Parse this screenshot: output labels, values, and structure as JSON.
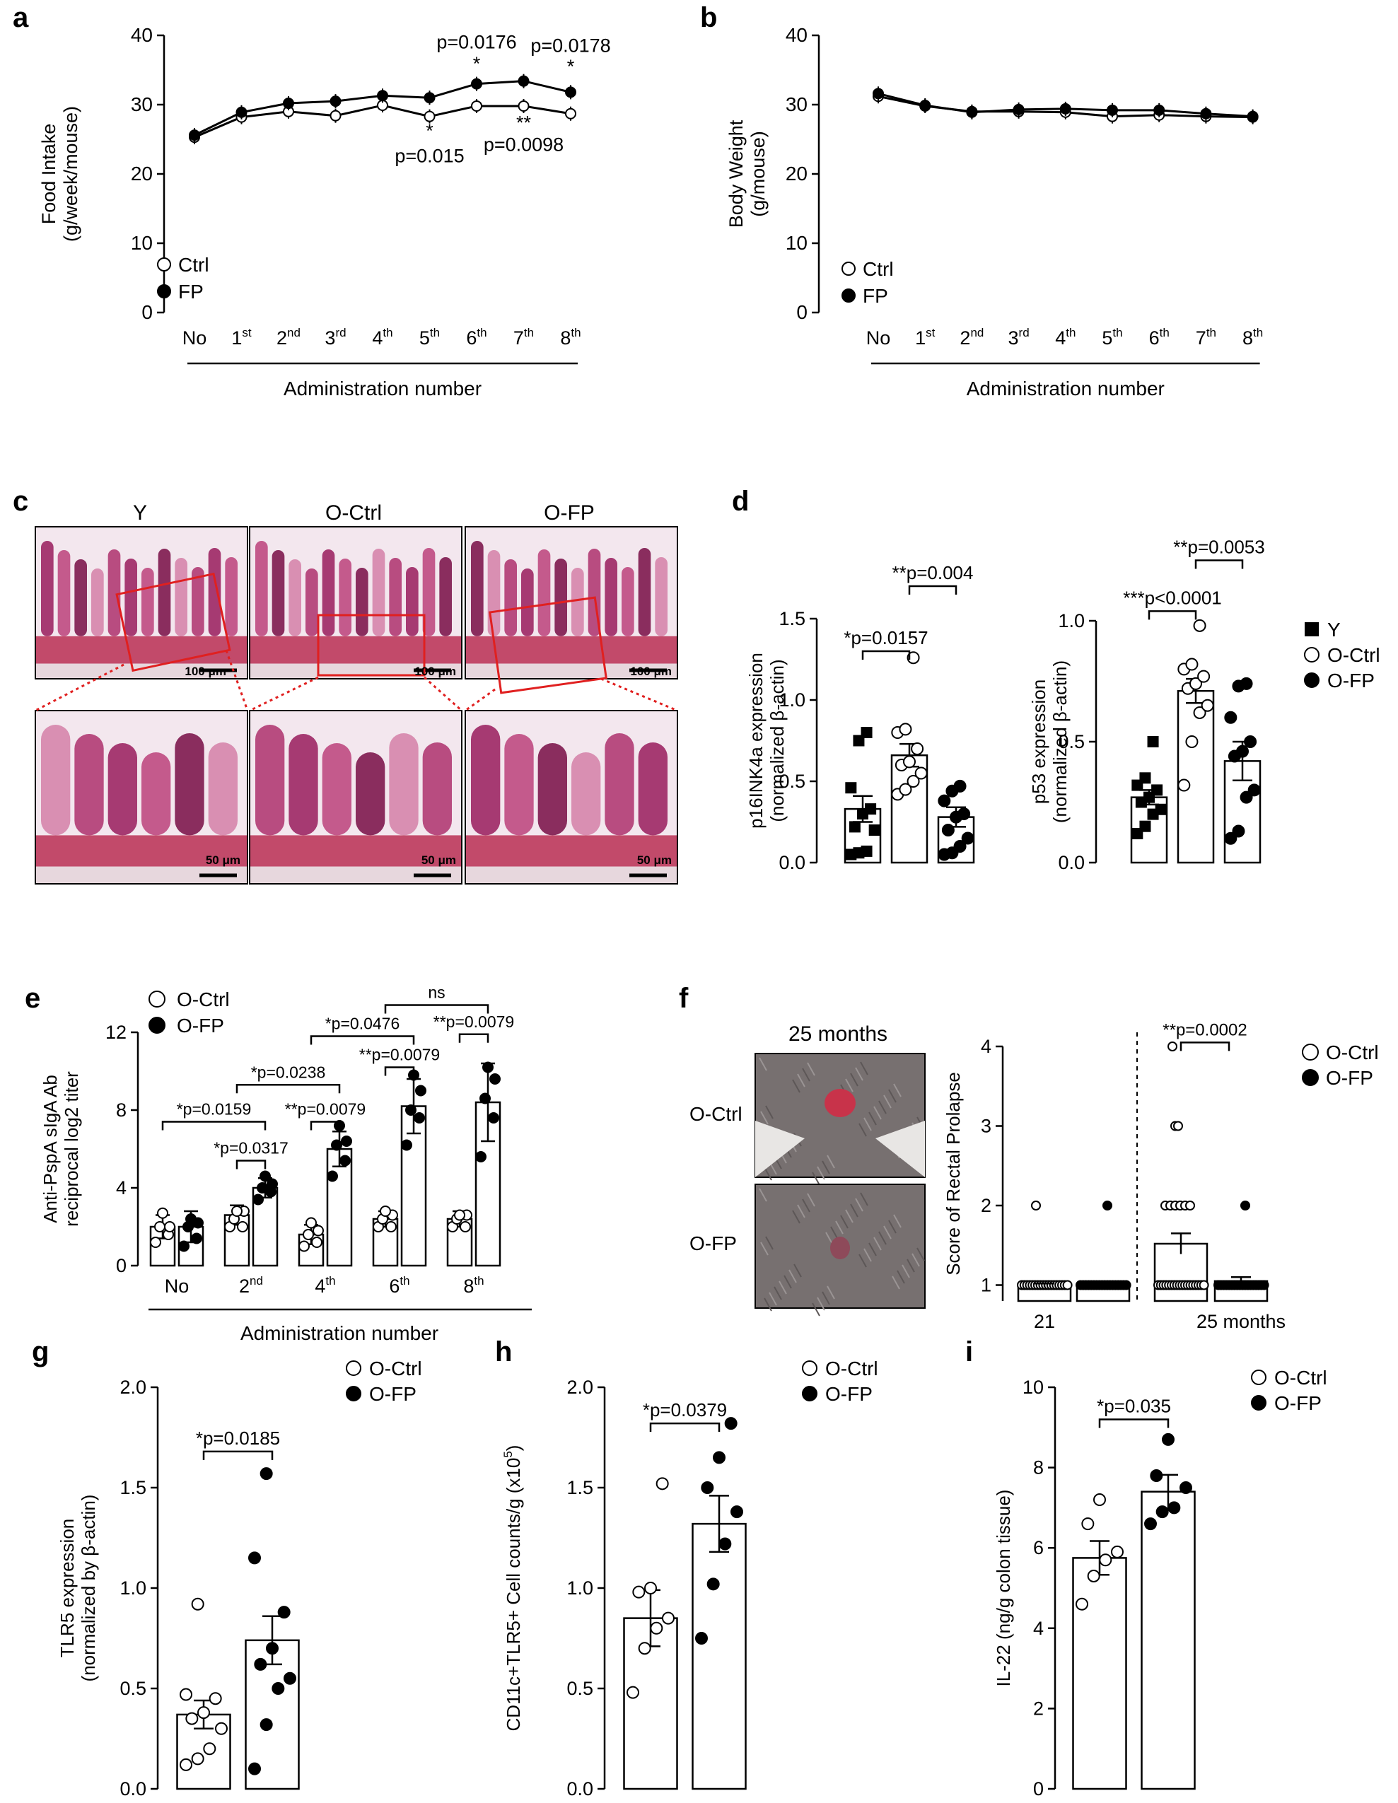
{
  "panels": {
    "a": {
      "label": "a"
    },
    "b": {
      "label": "b"
    },
    "c": {
      "label": "c",
      "columns": [
        "Y",
        "O-Ctrl",
        "O-FP"
      ],
      "scale_top": "100 μm",
      "scale_bottom": "50 μm"
    },
    "d": {
      "label": "d"
    },
    "e": {
      "label": "e"
    },
    "f": {
      "label": "f",
      "photo_title": "25 months",
      "photo_rows": [
        "O-Ctrl",
        "O-FP"
      ]
    },
    "g": {
      "label": "g"
    },
    "h": {
      "label": "h"
    },
    "i": {
      "label": "i"
    }
  },
  "colors": {
    "ink": "#000000",
    "red_box": "#e02020",
    "he_stain": "#b0477a",
    "photo_fur": "#777070"
  },
  "chart_data": [
    {
      "id": "a",
      "type": "line",
      "ylabel_lines": [
        "Food Intake",
        "(g/week/mouse)"
      ],
      "xlabel": "Administration number",
      "ylim": [
        0,
        40
      ],
      "yticks": [
        "0",
        "10",
        "20",
        "30",
        "40"
      ],
      "categories": [
        {
          "base": "No",
          "sup": ""
        },
        {
          "base": "1",
          "sup": "st"
        },
        {
          "base": "2",
          "sup": "nd"
        },
        {
          "base": "3",
          "sup": "rd"
        },
        {
          "base": "4",
          "sup": "th"
        },
        {
          "base": "5",
          "sup": "th"
        },
        {
          "base": "6",
          "sup": "th"
        },
        {
          "base": "7",
          "sup": "th"
        },
        {
          "base": "8",
          "sup": "th"
        }
      ],
      "series": [
        {
          "name": "Ctrl",
          "fill": "open",
          "values": [
            25.3,
            28.2,
            29.0,
            28.4,
            29.9,
            28.3,
            29.8,
            29.8,
            28.7
          ]
        },
        {
          "name": "FP",
          "fill": "filled",
          "values": [
            25.6,
            28.9,
            30.2,
            30.5,
            31.3,
            31.0,
            33.0,
            33.4,
            31.8
          ]
        }
      ],
      "legend": [
        "Ctrl",
        "FP"
      ],
      "annotations": [
        {
          "text": "p=0.0176",
          "cat": 6,
          "y": 38.1
        },
        {
          "text": "*",
          "cat": 6,
          "y": 35.0
        },
        {
          "text": "p=0.0178",
          "cat": 8,
          "y": 37.6
        },
        {
          "text": "*",
          "cat": 8,
          "y": 34.6
        },
        {
          "text": "*",
          "cat": 5,
          "y": 25.3
        },
        {
          "text": "p=0.015",
          "cat": 5,
          "y": 21.7
        },
        {
          "text": "**",
          "cat": 7,
          "y": 26.5
        },
        {
          "text": "p=0.0098",
          "cat": 7,
          "y": 23.3
        }
      ]
    },
    {
      "id": "b",
      "type": "line",
      "ylabel_lines": [
        "Body Weight",
        "(g/mouse)"
      ],
      "xlabel": "Administration number",
      "ylim": [
        0,
        40
      ],
      "yticks": [
        "0",
        "10",
        "20",
        "30",
        "40"
      ],
      "categories": [
        {
          "base": "No",
          "sup": ""
        },
        {
          "base": "1",
          "sup": "st"
        },
        {
          "base": "2",
          "sup": "nd"
        },
        {
          "base": "3",
          "sup": "rd"
        },
        {
          "base": "4",
          "sup": "th"
        },
        {
          "base": "5",
          "sup": "th"
        },
        {
          "base": "6",
          "sup": "th"
        },
        {
          "base": "7",
          "sup": "th"
        },
        {
          "base": "8",
          "sup": "th"
        }
      ],
      "series": [
        {
          "name": "Ctrl",
          "fill": "open",
          "values": [
            31.2,
            29.8,
            29.0,
            29.0,
            28.9,
            28.3,
            28.5,
            28.3,
            28.2
          ]
        },
        {
          "name": "FP",
          "fill": "filled",
          "values": [
            31.6,
            29.9,
            28.9,
            29.3,
            29.4,
            29.2,
            29.2,
            28.7,
            28.3
          ]
        }
      ],
      "legend": [
        "Ctrl",
        "FP"
      ],
      "annotations": []
    },
    {
      "id": "d1",
      "type": "bar",
      "ylabel_lines": [
        "p16INK4a expression",
        "(normalized β-actin)"
      ],
      "ylim": [
        0,
        1.5
      ],
      "yticks": [
        "0.0",
        "0.5",
        "1.0",
        "1.5"
      ],
      "groups": [
        "Y",
        "O-Ctrl",
        "O-FP"
      ],
      "markers": [
        "square",
        "open",
        "filled"
      ],
      "means": [
        0.33,
        0.66,
        0.28
      ],
      "sems": [
        0.08,
        0.07,
        0.06
      ],
      "points": [
        [
          0.05,
          0.06,
          0.07,
          0.2,
          0.22,
          0.3,
          0.33,
          0.46,
          0.75,
          0.8
        ],
        [
          0.42,
          0.45,
          0.5,
          0.55,
          0.6,
          0.62,
          0.7,
          0.8,
          0.82,
          1.26
        ],
        [
          0.05,
          0.06,
          0.1,
          0.15,
          0.2,
          0.28,
          0.3,
          0.38,
          0.44,
          0.47
        ]
      ],
      "brackets": [
        {
          "from": 0,
          "to": 1,
          "y": 1.3,
          "text": "*p=0.0157"
        },
        {
          "from": 1,
          "to": 2,
          "y": 1.7,
          "text": "**p=0.004"
        }
      ]
    },
    {
      "id": "d2",
      "type": "bar",
      "ylabel_lines": [
        "p53 expression",
        "(normalized β-actin)"
      ],
      "ylim": [
        0,
        1.0
      ],
      "yticks": [
        "0.0",
        "0.5",
        "1.0"
      ],
      "groups": [
        "Y",
        "O-Ctrl",
        "O-FP"
      ],
      "markers": [
        "square",
        "open",
        "filled"
      ],
      "means": [
        0.27,
        0.71,
        0.42
      ],
      "sems": [
        0.03,
        0.05,
        0.08
      ],
      "points": [
        [
          0.12,
          0.15,
          0.2,
          0.22,
          0.25,
          0.27,
          0.3,
          0.32,
          0.35,
          0.5
        ],
        [
          0.32,
          0.5,
          0.62,
          0.65,
          0.72,
          0.74,
          0.77,
          0.8,
          0.82,
          0.98
        ],
        [
          0.1,
          0.13,
          0.27,
          0.3,
          0.44,
          0.46,
          0.5,
          0.6,
          0.73,
          0.74
        ]
      ],
      "brackets": [
        {
          "from": 0,
          "to": 1,
          "y": 1.04,
          "text": "***p<0.0001"
        },
        {
          "from": 1,
          "to": 2,
          "y": 1.25,
          "text": "**p=0.0053"
        }
      ],
      "legend": [
        "Y",
        "O-Ctrl",
        "O-FP"
      ]
    },
    {
      "id": "e",
      "type": "bar",
      "ylabel_lines": [
        "Anti-PspA sIgA Ab",
        "reciprocal log2 titer"
      ],
      "xlabel": "Administration number",
      "ylim": [
        0,
        12
      ],
      "yticks": [
        "0",
        "4",
        "8",
        "12"
      ],
      "categories": [
        {
          "base": "No",
          "sup": ""
        },
        {
          "base": "2",
          "sup": "nd"
        },
        {
          "base": "4",
          "sup": "th"
        },
        {
          "base": "6",
          "sup": "th"
        },
        {
          "base": "8",
          "sup": "th"
        }
      ],
      "series": [
        {
          "name": "O-Ctrl",
          "fill": "open",
          "means": [
            2.0,
            2.6,
            1.6,
            2.4,
            2.4
          ],
          "sds": [
            0.6,
            0.5,
            0.5,
            0.4,
            0.4
          ],
          "points": [
            [
              1.2,
              1.6,
              2.0,
              2.0,
              2.7
            ],
            [
              2.0,
              2.0,
              2.4,
              2.8,
              2.8
            ],
            [
              1.0,
              1.2,
              1.6,
              1.8,
              2.2
            ],
            [
              2.0,
              2.0,
              2.4,
              2.6,
              2.8
            ],
            [
              2.0,
              2.0,
              2.4,
              2.6,
              2.6
            ]
          ]
        },
        {
          "name": "O-FP",
          "fill": "filled",
          "means": [
            2.0,
            4.0,
            6.0,
            8.2,
            8.4
          ],
          "sds": [
            0.8,
            0.5,
            0.9,
            1.4,
            2.0
          ],
          "points": [
            [
              1.0,
              1.4,
              2.0,
              2.2,
              2.4
            ],
            [
              3.4,
              3.8,
              4.0,
              4.2,
              4.6
            ],
            [
              4.6,
              5.4,
              6.2,
              6.4,
              7.2
            ],
            [
              6.2,
              7.6,
              8.0,
              9.0,
              9.8
            ],
            [
              5.6,
              7.6,
              8.6,
              9.6,
              10.2
            ]
          ]
        }
      ],
      "legend": [
        "O-Ctrl",
        "O-FP"
      ],
      "brackets": [
        {
          "x1": 0,
          "s1": 0,
          "x2": 1,
          "s2": 1,
          "y": 7.4,
          "text": "*p=0.0159"
        },
        {
          "x1": 1,
          "s1": 0,
          "x2": 1,
          "s2": 1,
          "y": 5.4,
          "text": "*p=0.0317"
        },
        {
          "x1": 1,
          "s1": 0,
          "x2": 2,
          "s2": 1,
          "y": 9.3,
          "text": "*p=0.0238"
        },
        {
          "x1": 2,
          "s1": 0,
          "x2": 2,
          "s2": 1,
          "y": 7.4,
          "text": "**p=0.0079"
        },
        {
          "x1": 2,
          "s1": 0,
          "x2": 3,
          "s2": 1,
          "y": 11.8,
          "text": "*p=0.0476"
        },
        {
          "x1": 3,
          "s1": 0,
          "x2": 3,
          "s2": 1,
          "y": 10.2,
          "text": "**p=0.0079"
        },
        {
          "x1": 3,
          "s1": 0,
          "x2": 4,
          "s2": 1,
          "y": 13.4,
          "text": "ns"
        },
        {
          "x1": 4,
          "s1": 0,
          "x2": 4,
          "s2": 1,
          "y": 11.9,
          "text": "**p=0.0079"
        }
      ]
    },
    {
      "id": "f",
      "type": "bar",
      "ylabel_lines": [
        "Score of Rectal Prolapse"
      ],
      "ylim": [
        0.8,
        4
      ],
      "yticks": [
        "1",
        "2",
        "3",
        "4"
      ],
      "categories": [
        "21",
        "25 months"
      ],
      "series": [
        {
          "name": "O-Ctrl",
          "fill": "open",
          "means": [
            1.0,
            1.52
          ],
          "sems": [
            0.02,
            0.13
          ]
        },
        {
          "name": "O-FP",
          "fill": "filled",
          "means": [
            1.0,
            1.05
          ],
          "sems": [
            0.02,
            0.05
          ]
        }
      ],
      "points_note": "most points at 1",
      "extra_points": [
        {
          "cat": 0,
          "s": 0,
          "vals": [
            2
          ]
        },
        {
          "cat": 0,
          "s": 1,
          "vals": [
            2
          ]
        },
        {
          "cat": 1,
          "s": 0,
          "vals": [
            4,
            3,
            3,
            2,
            2,
            2,
            2,
            2,
            2
          ]
        },
        {
          "cat": 1,
          "s": 1,
          "vals": [
            2
          ]
        }
      ],
      "bracket": {
        "text": "**p=0.0002",
        "y": 4.05
      },
      "legend": [
        "O-Ctrl",
        "O-FP"
      ]
    },
    {
      "id": "g",
      "type": "bar",
      "ylabel_lines": [
        "TLR5 expression",
        "(normalized by β-actin)"
      ],
      "ylim": [
        0,
        2.0
      ],
      "yticks": [
        "0.0",
        "0.5",
        "1.0",
        "1.5",
        "2.0"
      ],
      "groups": [
        "O-Ctrl",
        "O-FP"
      ],
      "markers": [
        "open",
        "filled"
      ],
      "means": [
        0.37,
        0.74
      ],
      "sems": [
        0.07,
        0.12
      ],
      "points": [
        [
          0.12,
          0.15,
          0.2,
          0.3,
          0.35,
          0.38,
          0.45,
          0.47,
          0.92
        ],
        [
          0.1,
          0.32,
          0.5,
          0.55,
          0.62,
          0.7,
          0.88,
          1.15,
          1.57
        ]
      ],
      "bracket": {
        "text": "*p=0.0185",
        "y": 1.68
      },
      "legend": [
        "O-Ctrl",
        "O-FP"
      ]
    },
    {
      "id": "h",
      "type": "bar",
      "ylabel_lines": [
        "CD11c+TLR5+ Cell counts/g (x10",
        "5",
        ")"
      ],
      "ylim": [
        0,
        2.0
      ],
      "yticks": [
        "0.0",
        "0.5",
        "1.0",
        "1.5",
        "2.0"
      ],
      "groups": [
        "O-Ctrl",
        "O-FP"
      ],
      "markers": [
        "open",
        "filled"
      ],
      "means": [
        0.85,
        1.32
      ],
      "sems": [
        0.14,
        0.14
      ],
      "points": [
        [
          0.48,
          0.7,
          0.8,
          0.85,
          0.98,
          1.0,
          1.52
        ],
        [
          0.75,
          1.02,
          1.22,
          1.38,
          1.5,
          1.65,
          1.82
        ]
      ],
      "bracket": {
        "text": "*p=0.0379",
        "y": 1.82
      },
      "legend": [
        "O-Ctrl",
        "O-FP"
      ]
    },
    {
      "id": "i",
      "type": "bar",
      "ylabel_lines": [
        "IL-22 (ng/g colon tissue)"
      ],
      "ylim": [
        0,
        10
      ],
      "yticks": [
        "0",
        "2",
        "4",
        "6",
        "8",
        "10"
      ],
      "groups": [
        "O-Ctrl",
        "O-FP"
      ],
      "markers": [
        "open",
        "filled"
      ],
      "means": [
        5.75,
        7.4
      ],
      "sems": [
        0.42,
        0.42
      ],
      "points": [
        [
          4.6,
          5.3,
          5.7,
          5.9,
          6.6,
          7.2
        ],
        [
          6.6,
          6.9,
          7.0,
          7.5,
          7.8,
          8.7
        ]
      ],
      "bracket": {
        "text": "*p=0.035",
        "y": 9.2
      },
      "legend": [
        "O-Ctrl",
        "O-FP"
      ]
    }
  ]
}
